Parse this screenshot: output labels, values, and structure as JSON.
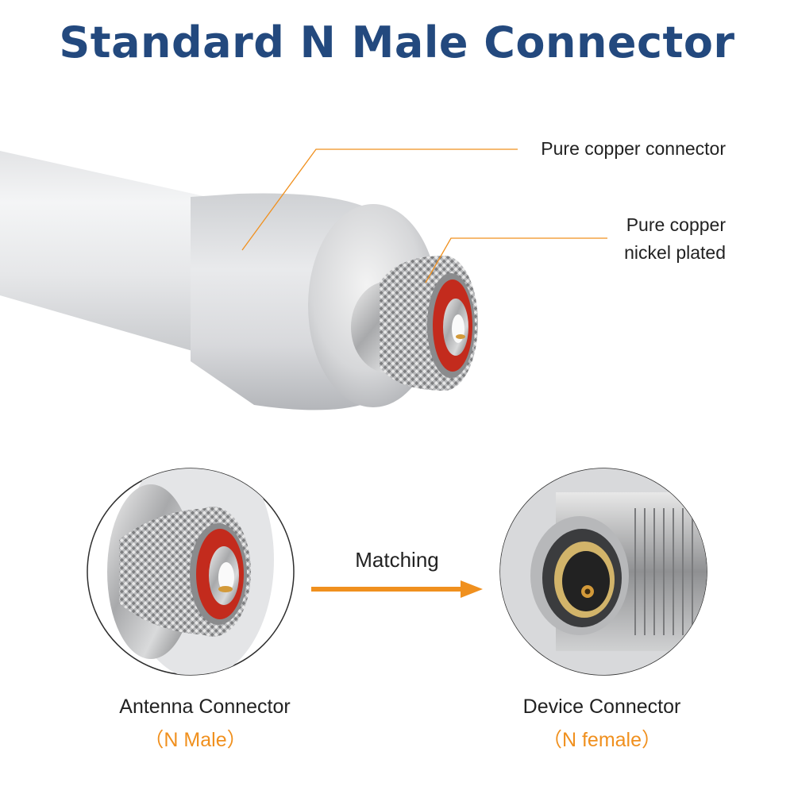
{
  "title": "Standard N Male Connector",
  "callouts": {
    "copper": "Pure copper connector",
    "nickel_line1": "Pure copper",
    "nickel_line2": "nickel plated"
  },
  "matching": {
    "label": "Matching",
    "arrow_icon": "arrow-right-icon"
  },
  "antenna": {
    "name": "Antenna Connector",
    "type": "（N Male）"
  },
  "device": {
    "name": "Device Connector",
    "type": "（N female）"
  },
  "colors": {
    "title": "#23497e",
    "accent": "#f0901e",
    "text": "#222222"
  }
}
